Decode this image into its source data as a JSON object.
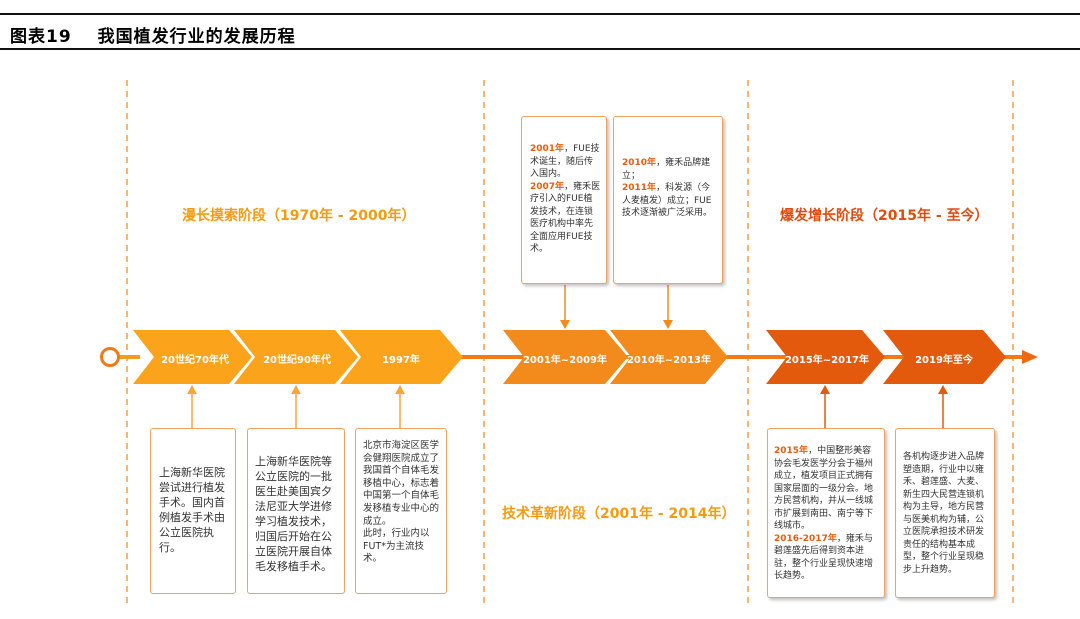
{
  "figure": {
    "label": "图表19",
    "title": "我国植发行业的发展历程"
  },
  "stages": [
    {
      "label": "漫长摸索阶段（1970年 - 2000年）"
    },
    {
      "label": "技术革新阶段（2001年 - 2014年）"
    },
    {
      "label": "爆发增长阶段（2015年 - 至今）"
    }
  ],
  "chevrons": [
    "20世纪70年代",
    "20世纪90年代",
    "1997年",
    "2001年~2009年",
    "2010年~2013年",
    "2015年~2017年",
    "2019年至今"
  ],
  "colors": {
    "light_orange": "#fba41b",
    "mid_orange": "#f38a1c",
    "deep_orange": "#e35a0c",
    "dashed": "#f5a54f",
    "box_border": "#f2a25a",
    "accent_text": "#e55e10"
  },
  "boxes": {
    "b70s": "上海新华医院尝试进行植发手术。国内首例植发手术由公立医院执行。",
    "b90s": "上海新华医院等公立医院的一批医生赴美国宾夕法尼亚大学进修学习植发技术，归国后开始在公立医院开展自体毛发移植手术。",
    "b1997_1": "北京市海淀区医学会健翔医院成立了我国首个自体毛发移植中心，标志着中国第一个自体毛发移植专业中心的成立。",
    "b1997_2": "此时，行业内以FUT*为主流技术。",
    "b2001_y1": "2001年",
    "b2001_t1": "，FUE技术诞生，随后传入国内。",
    "b2001_y2": "2007年",
    "b2001_t2": "，雍禾医疗引入的FUE植发技术，在连锁医疗机构中率先全面应用FUE技术。",
    "b2010_y1": "2010年",
    "b2010_t1": "，雍禾品牌建立；",
    "b2010_y2": "2011年",
    "b2010_t2": "，科发源（今人麦植发）成立；FUE技术逐渐被广泛采用。",
    "b2015_y1": "2015年",
    "b2015_t1": "，中国整形美容协会毛发医学分会于福州成立，植发项目正式拥有国家层面的一级分会。地方民营机构，并从一线城市扩展到南田、南宁等下线城市。",
    "b2015_y2": "2016-2017年",
    "b2015_t2": "，雍禾与碧莲盛先后得到资本进驻，整个行业呈现快速增长趋势。",
    "b2019": "各机构逐步进入品牌塑造期，行业中以雍禾、碧莲盛、大麦、新生四大民营连锁机构为主导，地方民营与医美机构为辅，公立医院承担技术研发责任的结构基本成型，整个行业呈现稳步上升趋势。"
  }
}
